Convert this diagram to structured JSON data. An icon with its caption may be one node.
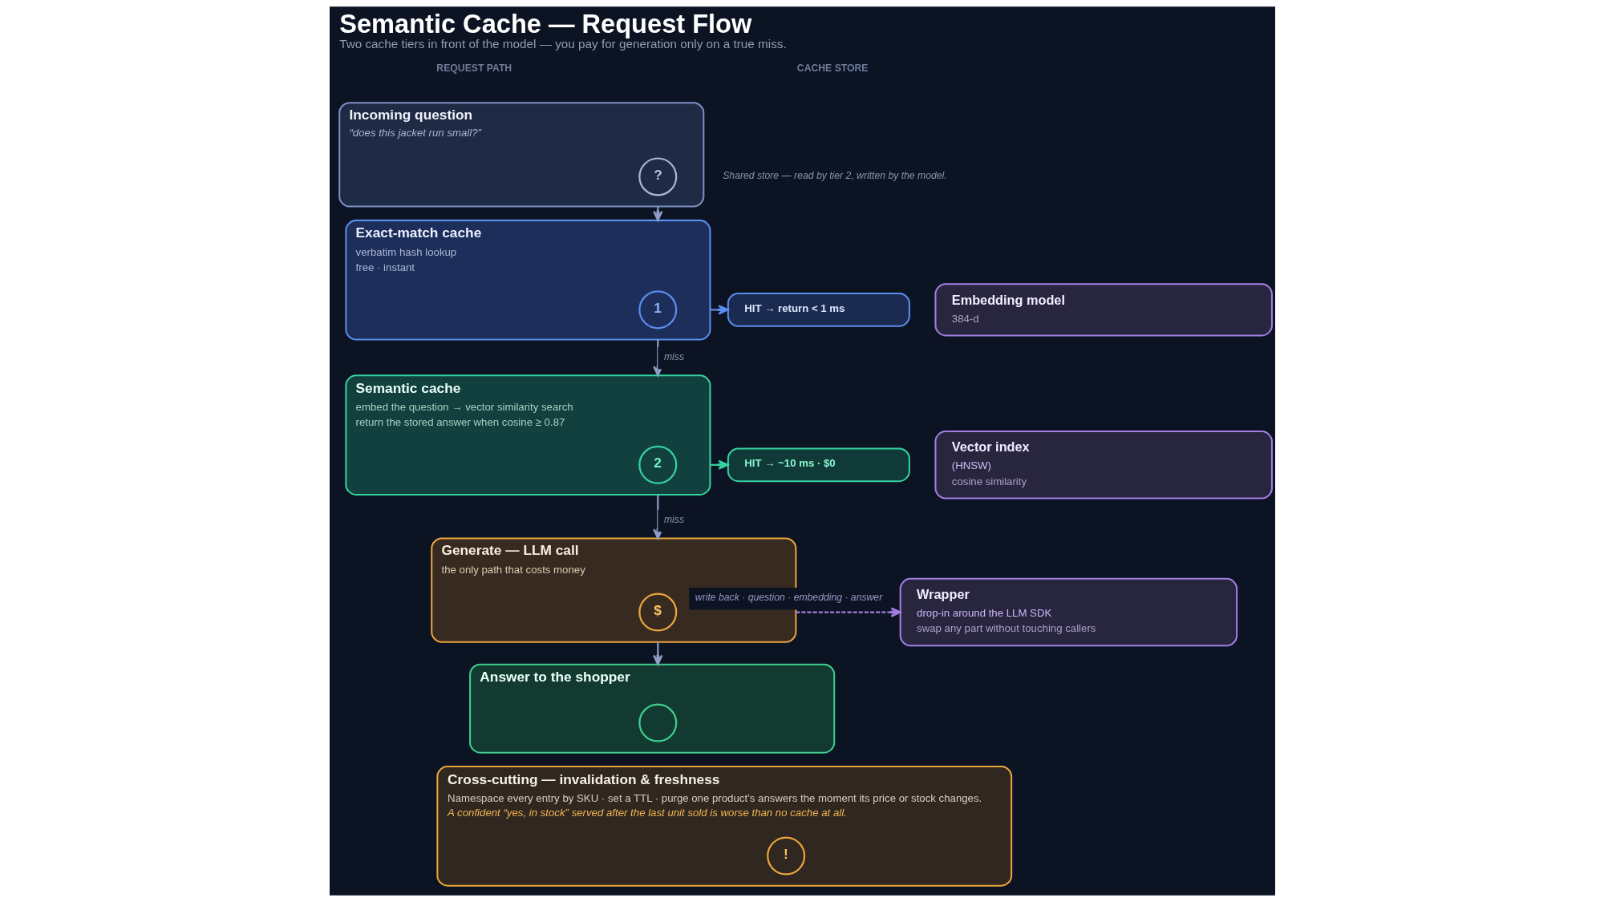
{
  "diagram": {
    "title": "Semantic Cache — Request Flow",
    "caption": "Two cache tiers in front of the model — you pay for generation only on a true miss.",
    "nodes": [
      {
        "text": [
          "Incoming question",
          "“does this jacket run small?”"
        ]
      },
      {
        "text": [
          "?"
        ],
        "in": 0
      },
      {
        "text": [
          "Exact-match cache",
          "verbatim hash lookup",
          "free · instant"
        ]
      },
      {
        "text": [
          "1"
        ],
        "in": 2
      },
      {
        "text": [
          "HIT → return < 1 ms"
        ]
      },
      {
        "text": [
          "Semantic cache",
          "embed the question → vector similarity search",
          "return the stored answer when cosine ≥ 0.87"
        ]
      },
      {
        "text": [
          "2"
        ],
        "in": 5
      },
      {
        "text": [
          "HIT → ~10 ms · $0"
        ]
      },
      {
        "text": [
          "Generate — LLM call",
          "the only path that costs money"
        ]
      },
      {
        "text": [
          "$"
        ],
        "in": 8
      },
      {
        "text": [
          "Answer to the shopper"
        ]
      },
      {
        "text": [],
        "shape": "circle",
        "in": 10
      },
      {
        "text": [
          "Embedding model",
          "384-d"
        ]
      },
      {
        "text": [
          "Vector index",
          "(HNSW)",
          "cosine similarity"
        ]
      },
      {
        "text": [
          "Wrapper",
          "drop-in around the LLM SDK",
          "swap any part without touching callers"
        ]
      },
      {
        "text": [
          "Cross-cutting — invalidation & freshness",
          "Namespace every entry by SKU · set a TTL · purge one product’s answers the moment its price or stock changes.",
          "A confident “yes, in stock” served after the last unit sold is worse than no cache at all."
        ]
      },
      {
        "text": [
          "!"
        ],
        "in": 15
      }
    ],
    "edges": [
      {
        "from": 0,
        "to": 2,
        "arrow": "to"
      },
      {
        "from": 2,
        "to": 4,
        "arrow": "to",
        "color": "#5b8def"
      },
      {
        "from": 2,
        "to": 5,
        "arrow": "to",
        "label": "miss"
      },
      {
        "from": 5,
        "to": 7,
        "arrow": "to",
        "color": "#34d3a0"
      },
      {
        "from": 5,
        "to": 8,
        "arrow": "to",
        "label": "miss"
      },
      {
        "from": 8,
        "to": 14,
        "arrow": "to",
        "label": "write back · question · embedding · answer",
        "style": "dashed",
        "color": "#a07ee0"
      },
      {
        "from": 8,
        "to": 10,
        "arrow": "to"
      }
    ],
    "labels": [
      "REQUEST PATH",
      "CACHE STORE",
      "Shared store — read by tier 2, written by the model."
    ]
  }
}
